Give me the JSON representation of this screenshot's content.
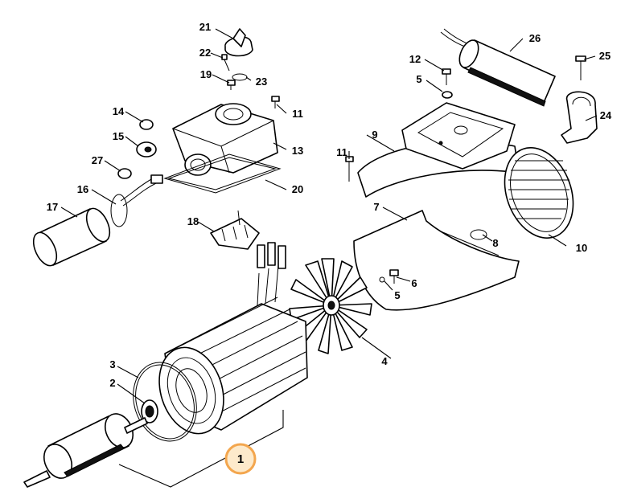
{
  "highlight_color": "#f3a64e",
  "labels": {
    "p1": "1",
    "p2": "2",
    "p3": "3",
    "p4": "4",
    "p5a": "5",
    "p5b": "5",
    "p6": "6",
    "p7": "7",
    "p8": "8",
    "p9": "9",
    "p10": "10",
    "p11a": "11",
    "p11b": "11",
    "p12": "12",
    "p13": "13",
    "p14": "14",
    "p15": "15",
    "p16": "16",
    "p17": "17",
    "p18": "18",
    "p19": "19",
    "p20": "20",
    "p21": "21",
    "p22": "22",
    "p23": "23",
    "p24": "24",
    "p25": "25",
    "p26": "26",
    "p27": "27"
  }
}
